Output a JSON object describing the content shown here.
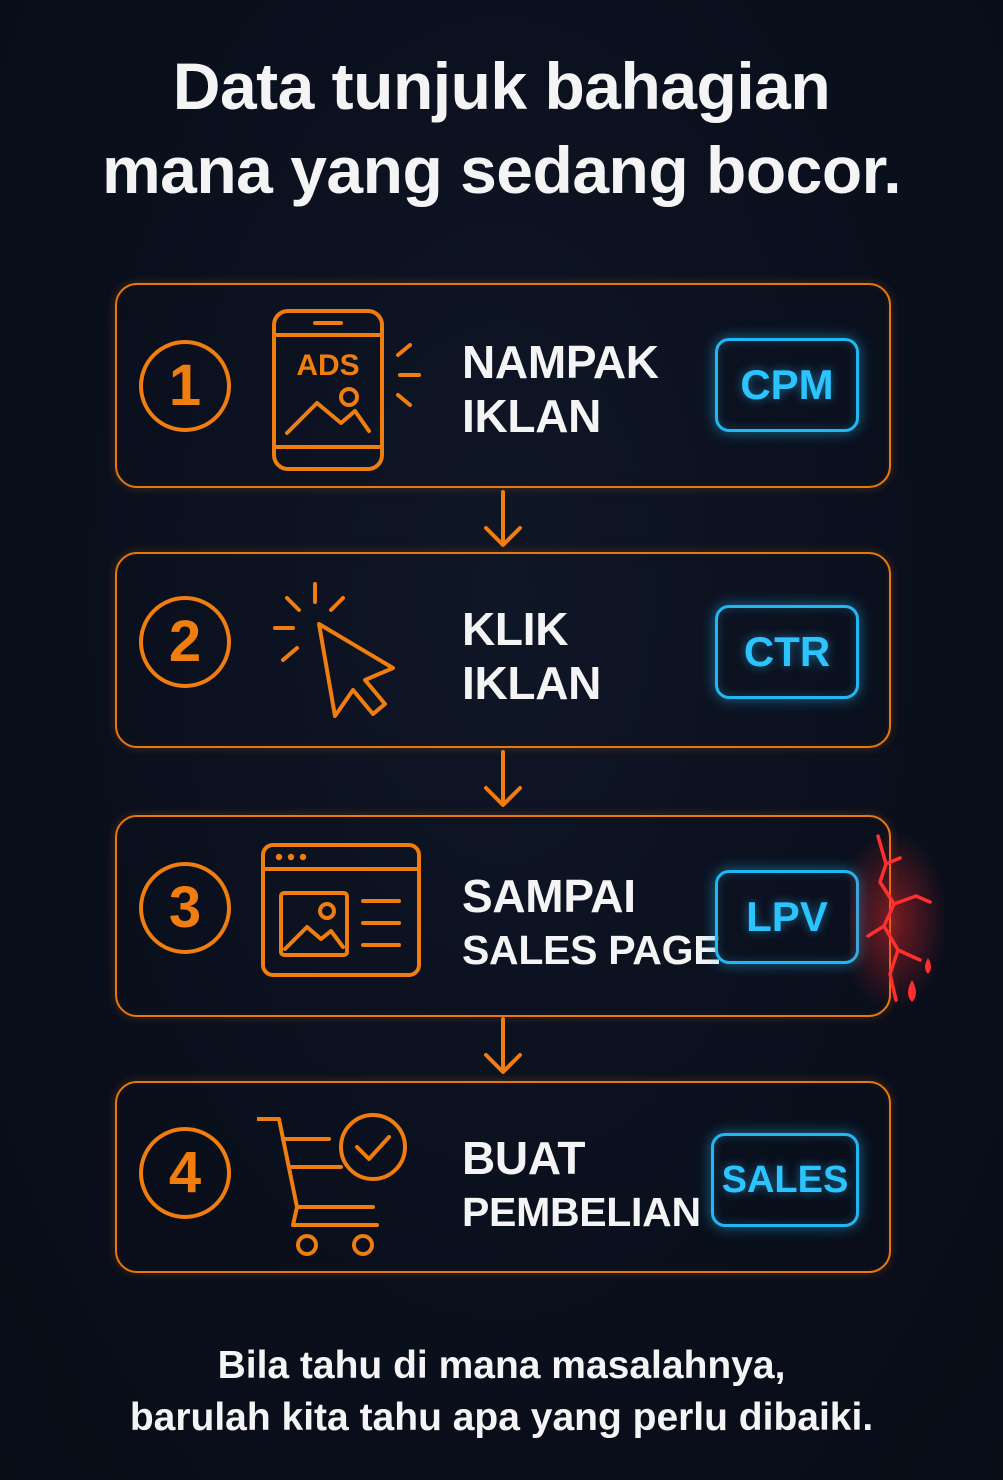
{
  "title": {
    "line1": "Data tunjuk bahagian",
    "line2": "mana yang sedang bocor."
  },
  "steps": [
    {
      "number": "1",
      "label_line1": "NAMPAK",
      "label_line2": "IKLAN",
      "metric": "CPM",
      "icon": "ads-phone-icon",
      "icon_text": "ADS"
    },
    {
      "number": "2",
      "label_line1": "KLIK",
      "label_line2": "IKLAN",
      "metric": "CTR",
      "icon": "cursor-click-icon"
    },
    {
      "number": "3",
      "label_line1": "SAMPAI",
      "label_line2": "SALES PAGE",
      "metric": "LPV",
      "icon": "browser-page-icon"
    },
    {
      "number": "4",
      "label_line1": "BUAT",
      "label_line2": "PEMBELIAN",
      "metric": "SALES",
      "icon": "cart-check-icon"
    }
  ],
  "colors": {
    "background": "#0a0f1c",
    "accent_orange": "#ef7d10",
    "metric_blue": "#2cc4ff",
    "leak_red": "#e8232a",
    "text": "#f4f4f4"
  },
  "footer": {
    "line1": "Bila tahu di mana masalahnya,",
    "line2": "barulah kita tahu apa yang perlu dibaiki."
  }
}
